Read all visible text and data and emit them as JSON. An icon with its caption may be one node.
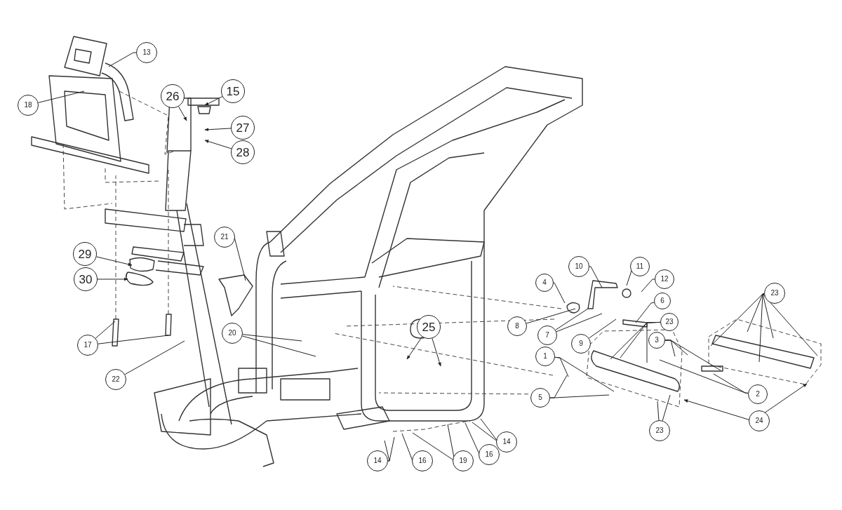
{
  "diagram": {
    "nodes": [
      {
        "text": [
          "13"
        ]
      },
      {
        "text": [
          "26"
        ]
      },
      {
        "text": [
          "15"
        ]
      },
      {
        "text": [
          "18"
        ]
      },
      {
        "text": [
          "27"
        ]
      },
      {
        "text": [
          "28"
        ]
      },
      {
        "text": [
          "21"
        ]
      },
      {
        "text": [
          "29"
        ]
      },
      {
        "text": [
          "30"
        ]
      },
      {
        "text": [
          "4"
        ]
      },
      {
        "text": [
          "10"
        ]
      },
      {
        "text": [
          "11"
        ]
      },
      {
        "text": [
          "12"
        ]
      },
      {
        "text": [
          "8"
        ]
      },
      {
        "text": [
          "6"
        ]
      },
      {
        "text": [
          "7"
        ]
      },
      {
        "text": [
          "9"
        ]
      },
      {
        "text": [
          "23"
        ]
      },
      {
        "text": [
          "23"
        ]
      },
      {
        "text": [
          "3"
        ]
      },
      {
        "text": [
          "25"
        ]
      },
      {
        "text": [
          "20"
        ]
      },
      {
        "text": [
          "17"
        ]
      },
      {
        "text": [
          "1"
        ]
      },
      {
        "text": [
          "22"
        ]
      },
      {
        "text": [
          "2"
        ]
      },
      {
        "text": [
          "5"
        ]
      },
      {
        "text": [
          "24"
        ]
      },
      {
        "text": [
          "23"
        ]
      },
      {
        "text": [
          "14"
        ]
      },
      {
        "text": [
          "16"
        ]
      },
      {
        "text": [
          "19"
        ]
      },
      {
        "text": [
          "16"
        ]
      },
      {
        "text": [
          "14"
        ]
      }
    ],
    "edges": [
      {
        "from": 0,
        "to": null,
        "arrow": "none"
      },
      {
        "from": 1,
        "to": null,
        "arrow": "to"
      },
      {
        "from": 2,
        "to": null,
        "arrow": "to"
      },
      {
        "from": 3,
        "to": null,
        "arrow": "none"
      },
      {
        "from": 4,
        "to": null,
        "arrow": "to"
      },
      {
        "from": 5,
        "to": null,
        "arrow": "to"
      },
      {
        "from": 6,
        "to": null,
        "arrow": "none"
      },
      {
        "from": 7,
        "to": null,
        "arrow": "to"
      },
      {
        "from": 8,
        "to": null,
        "arrow": "to"
      },
      {
        "from": 9,
        "to": null,
        "arrow": "none"
      },
      {
        "from": 10,
        "to": null,
        "arrow": "none"
      },
      {
        "from": 11,
        "to": null,
        "arrow": "none"
      },
      {
        "from": 12,
        "to": null,
        "arrow": "none"
      },
      {
        "from": 13,
        "to": null,
        "arrow": "none"
      },
      {
        "from": 14,
        "to": null,
        "arrow": "none"
      },
      {
        "from": 15,
        "to": null,
        "arrow": "none"
      },
      {
        "from": 15,
        "to": null,
        "arrow": "none"
      },
      {
        "from": 16,
        "to": null,
        "arrow": "none"
      },
      {
        "from": 17,
        "to": null,
        "arrow": "none"
      },
      {
        "from": 17,
        "to": null,
        "arrow": "none"
      },
      {
        "from": 17,
        "to": null,
        "arrow": "none"
      },
      {
        "from": 17,
        "to": null,
        "arrow": "none"
      },
      {
        "from": 17,
        "to": null,
        "arrow": "none"
      },
      {
        "from": 18,
        "to": null,
        "arrow": "none"
      },
      {
        "from": 18,
        "to": null,
        "arrow": "none"
      },
      {
        "from": 18,
        "to": null,
        "arrow": "none"
      },
      {
        "from": 19,
        "to": null,
        "arrow": "none"
      },
      {
        "from": 19,
        "to": null,
        "arrow": "none"
      },
      {
        "from": 19,
        "to": null,
        "arrow": "none"
      },
      {
        "from": 23,
        "to": null,
        "arrow": "none"
      },
      {
        "from": 23,
        "to": null,
        "arrow": "none"
      },
      {
        "from": 26,
        "to": null,
        "arrow": "none"
      },
      {
        "from": 26,
        "to": null,
        "arrow": "none"
      },
      {
        "from": 25,
        "to": null,
        "arrow": "none"
      },
      {
        "from": 25,
        "to": null,
        "arrow": "none"
      },
      {
        "from": 27,
        "to": null,
        "arrow": "to"
      },
      {
        "from": 27,
        "to": null,
        "arrow": "to"
      },
      {
        "from": 28,
        "to": null,
        "arrow": "none"
      },
      {
        "from": 28,
        "to": null,
        "arrow": "none"
      },
      {
        "from": 20,
        "to": null,
        "arrow": "to"
      },
      {
        "from": 20,
        "to": null,
        "arrow": "to"
      },
      {
        "from": 21,
        "to": null,
        "arrow": "none"
      },
      {
        "from": 21,
        "to": null,
        "arrow": "none"
      },
      {
        "from": 22,
        "to": null,
        "arrow": "none"
      },
      {
        "from": 22,
        "to": null,
        "arrow": "none"
      },
      {
        "from": 24,
        "to": null,
        "arrow": "none"
      },
      {
        "from": 29,
        "to": null,
        "arrow": "none"
      },
      {
        "from": 29,
        "to": null,
        "arrow": "none"
      },
      {
        "from": 30,
        "to": null,
        "arrow": "none"
      },
      {
        "from": 31,
        "to": null,
        "arrow": "none"
      },
      {
        "from": 31,
        "to": null,
        "arrow": "none"
      },
      {
        "from": 32,
        "to": null,
        "arrow": "none"
      },
      {
        "from": 33,
        "to": null,
        "arrow": "none"
      },
      {
        "from": 33,
        "to": null,
        "arrow": "none"
      }
    ]
  }
}
